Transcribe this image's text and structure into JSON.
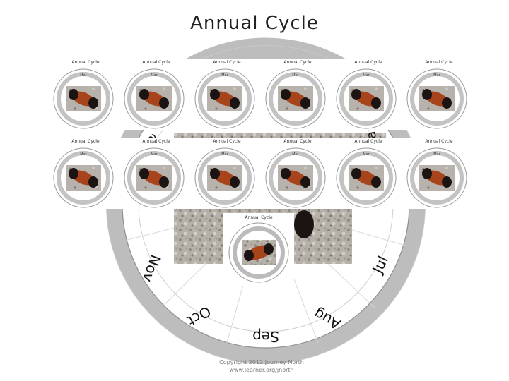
{
  "title": "Annual Cycle",
  "copyright": {
    "line1": "Copyright 2012 Journey North",
    "line2": "www.learner.org/jnorth"
  },
  "thumbnail_title": "Annual Cycle",
  "thumbnail_month_label": "Mar",
  "months": [
    "Jul",
    "Aug",
    "Sep",
    "Oct",
    "Nov"
  ],
  "colors": {
    "ring": "#bdbdbd",
    "ring_dark": "#8a8a8a",
    "photo_bg": "#b7b2ab",
    "caterpillar_orange": "#a7441c",
    "caterpillar_black": "#1b1412"
  },
  "thumbnail_grid": {
    "rows": 2,
    "columns": 6
  }
}
